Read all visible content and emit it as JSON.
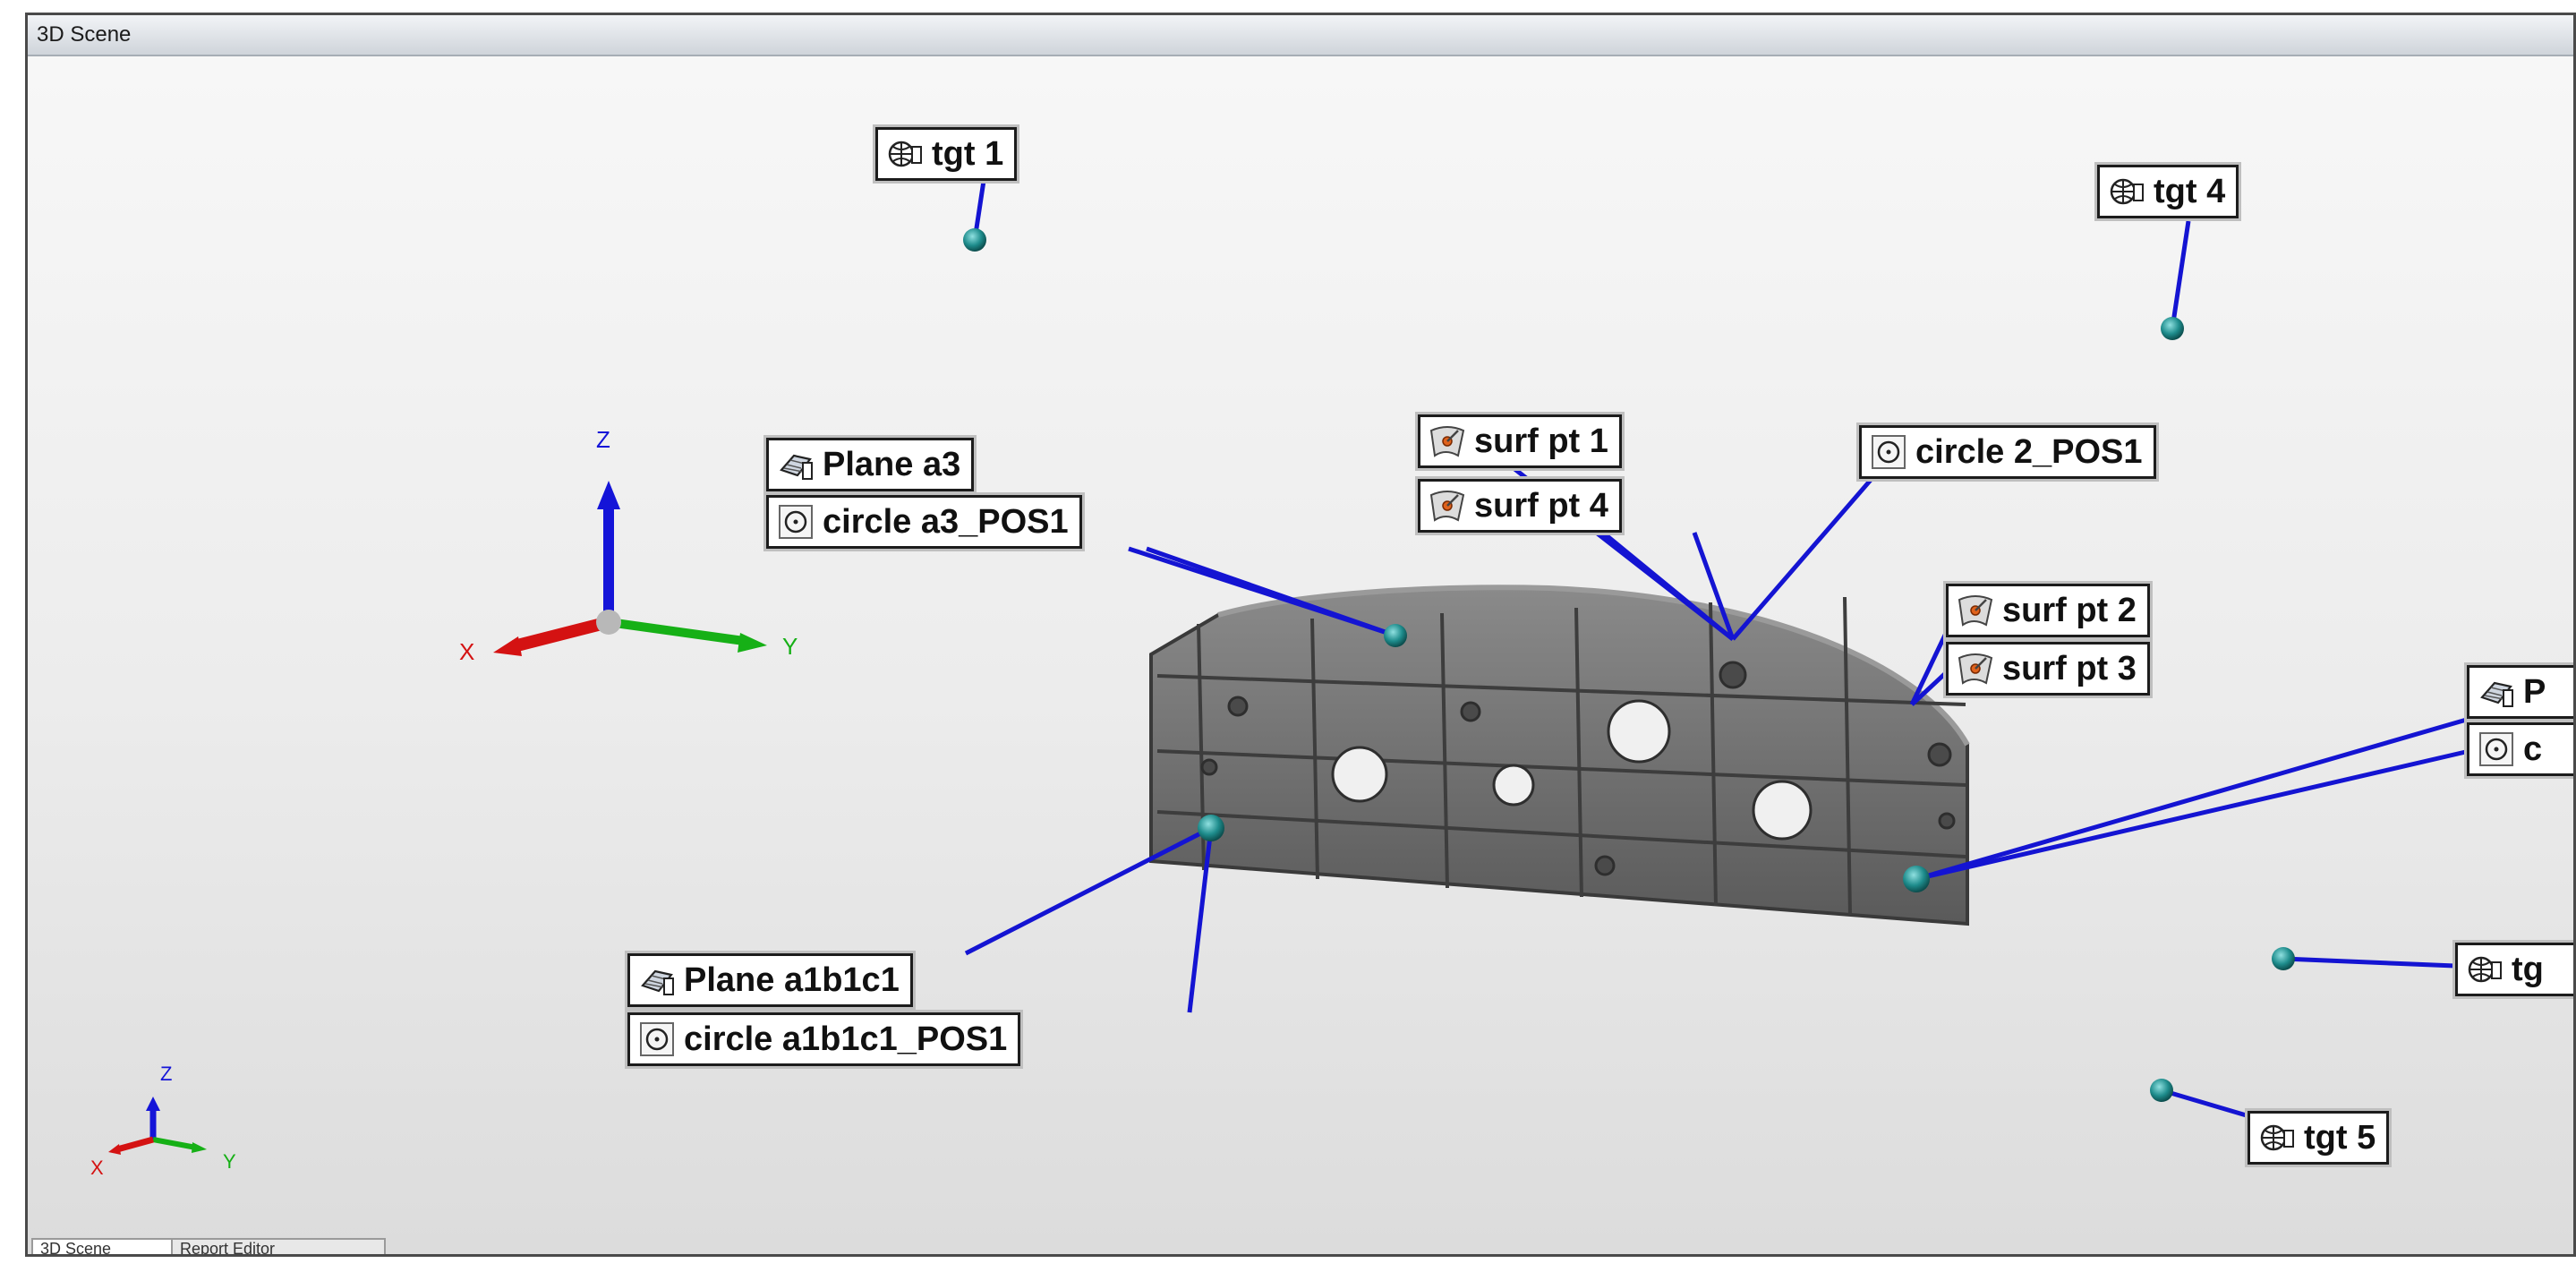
{
  "window": {
    "title": "3D Scene"
  },
  "bottom_tabs": [
    "3D Scene",
    "Report Editor"
  ],
  "axes_main": {
    "z": "Z",
    "x": "X",
    "y": "Y"
  },
  "axes_small": {
    "z": "Z",
    "x": "X",
    "y": "Y"
  },
  "labels": {
    "tgt1": "tgt 1",
    "tgt4": "tgt 4",
    "plane_a3": "Plane a3",
    "circle_a3": "circle a3_POS1",
    "surf_pt1": "surf pt 1",
    "surf_pt4": "surf pt 4",
    "circle2": "circle 2_POS1",
    "surf_pt2": "surf pt 2",
    "surf_pt3": "surf pt 3",
    "plane_right": "P",
    "circle_right": "c",
    "plane_a1b1c1": "Plane a1b1c1",
    "circle_a1b1c1": "circle a1b1c1_POS1",
    "tgt_right": "tg",
    "tgt5": "tgt 5"
  },
  "colors": {
    "leader": "#1414d2",
    "part": "#6a6a6a",
    "target": "#1e8c8c",
    "axis_x": "#d41212",
    "axis_y": "#16b016",
    "axis_z": "#1414d8"
  }
}
